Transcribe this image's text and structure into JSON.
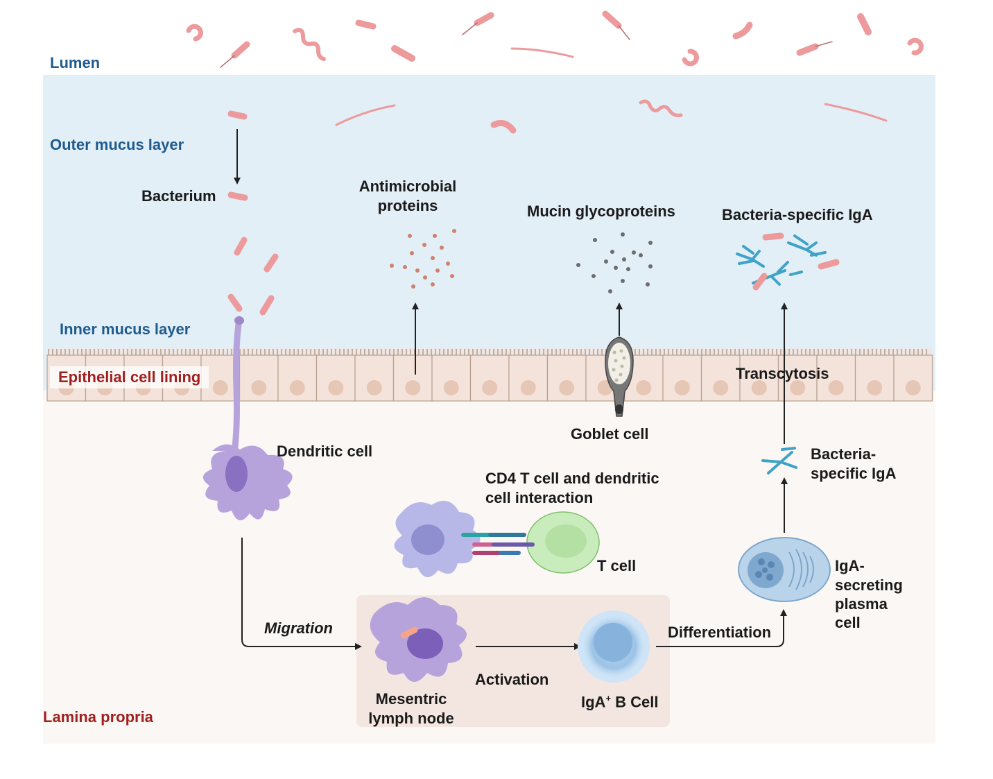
{
  "layers": {
    "lumen": "Lumen",
    "outer_mucus": "Outer mucus layer",
    "inner_mucus": "Inner mucus layer",
    "epithelium": "Epithelial cell lining",
    "lamina_propria": "Lamina propria"
  },
  "labels": {
    "bacterium": "Bacterium",
    "antimicrobial_1": "Antimicrobial",
    "antimicrobial_2": "proteins",
    "mucin": "Mucin glycoproteins",
    "iga_top": "Bacteria-specific IgA",
    "transcytosis": "Transcytosis",
    "goblet": "Goblet cell",
    "dendritic": "Dendritic cell",
    "cd4_1": "CD4 T cell and dendritic",
    "cd4_2": "cell interaction",
    "tcell": "T cell",
    "iga_mid_1": "Bacteria-",
    "iga_mid_2": "specific IgA",
    "plasma_1": "IgA-",
    "plasma_2": "secreting",
    "plasma_3": "plasma",
    "plasma_4": "cell",
    "migration": "Migration",
    "activation": "Activation",
    "differentiation": "Differentiation",
    "lymph_1": "Mesentric",
    "lymph_2": "lymph node",
    "bcell_pre": "IgA",
    "bcell_sup": "+",
    "bcell_post": " B Cell"
  },
  "colors": {
    "mucus": "#e3eff7",
    "epithelial_cell": "#f3e3da",
    "bacteria": "#ec9a9c",
    "dendritic": "#b7a3db",
    "tcell": "#c9ecbc",
    "bcell": "#9cc3e6",
    "antibody": "#3fa3c7",
    "lymph_node_box": "#f3e6e0",
    "layer_label_blue": "#1f5b8e",
    "layer_label_red": "#a02020"
  }
}
